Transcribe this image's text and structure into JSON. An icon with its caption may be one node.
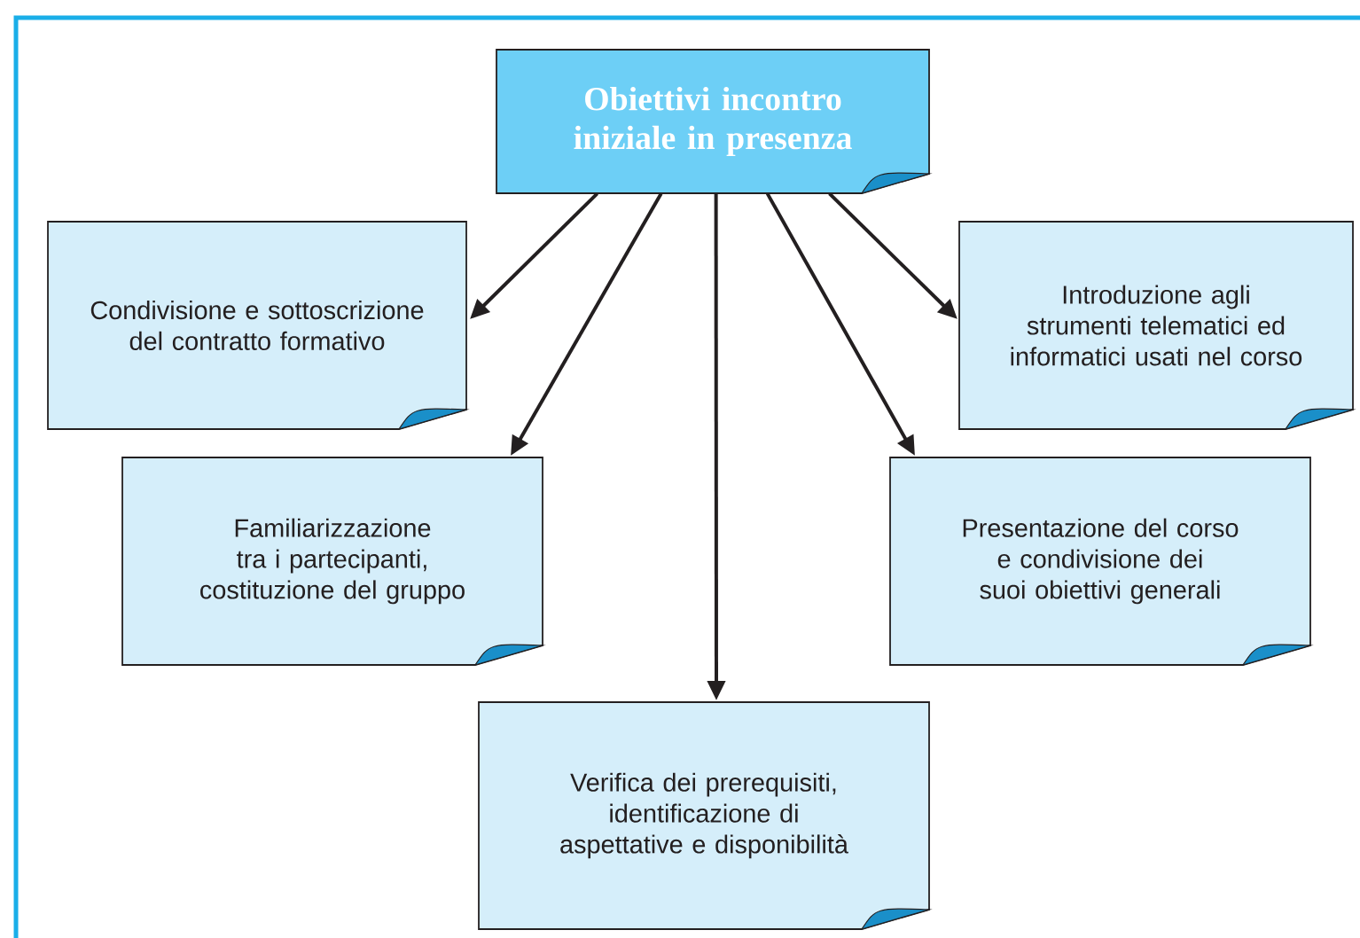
{
  "diagram": {
    "nodes": [
      {
        "text": [
          "Obiettivi incontro iniziale in presenza"
        ]
      },
      {
        "text": [
          "Condivisione e sottoscrizione del contratto formativo"
        ]
      },
      {
        "text": [
          "Introduzione agli strumenti telematici ed informatici usati nel corso"
        ]
      },
      {
        "text": [
          "Familiarizzazione tra i partecipanti, costituzione del gruppo"
        ]
      },
      {
        "text": [
          "Presentazione del corso e condivisione dei suoi obiettivi generali"
        ]
      },
      {
        "text": [
          "Verifica dei prerequisiti, identificazione di aspettative e disponibilità"
        ]
      }
    ],
    "edges": [
      {
        "from": 0,
        "to": 1,
        "arrow": "to"
      },
      {
        "from": 0,
        "to": 3,
        "arrow": "to"
      },
      {
        "from": 0,
        "to": 5,
        "arrow": "to"
      },
      {
        "from": 0,
        "to": 4,
        "arrow": "to"
      },
      {
        "from": 0,
        "to": 2,
        "arrow": "to"
      }
    ]
  }
}
